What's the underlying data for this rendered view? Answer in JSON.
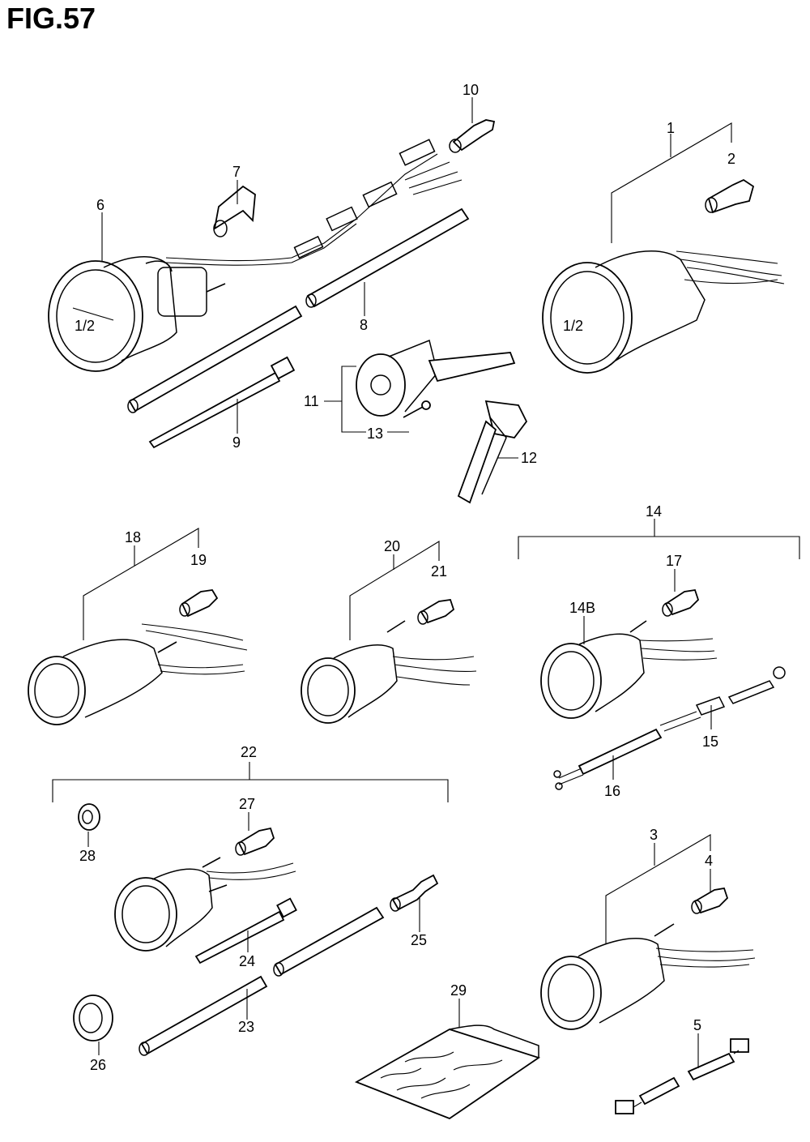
{
  "title": "FIG.57",
  "callouts": {
    "c1": "1",
    "c2": "2",
    "c3": "3",
    "c4": "4",
    "c5": "5",
    "c6": "6",
    "c7": "7",
    "c8": "8",
    "c9": "9",
    "c10": "10",
    "c11": "11",
    "c12": "12",
    "c13": "13",
    "c14": "14",
    "c14b": "14B",
    "c15": "15",
    "c16": "16",
    "c17": "17",
    "c18": "18",
    "c19": "19",
    "c20": "20",
    "c21": "21",
    "c22": "22",
    "c23": "23",
    "c24": "24",
    "c25": "25",
    "c26": "26",
    "c27": "27",
    "c28": "28",
    "c29": "29"
  },
  "icons": {
    "gauge": "gauge-icon",
    "bulb": "bulb-icon",
    "hose": "hose-icon",
    "cable_tie": "cable-tie-icon",
    "wire_harness": "wire-harness-icon",
    "bracket": "bracket-icon",
    "screw": "screw-icon",
    "fitting": "fitting-icon",
    "cap": "cap-icon",
    "bag": "bag-icon"
  }
}
